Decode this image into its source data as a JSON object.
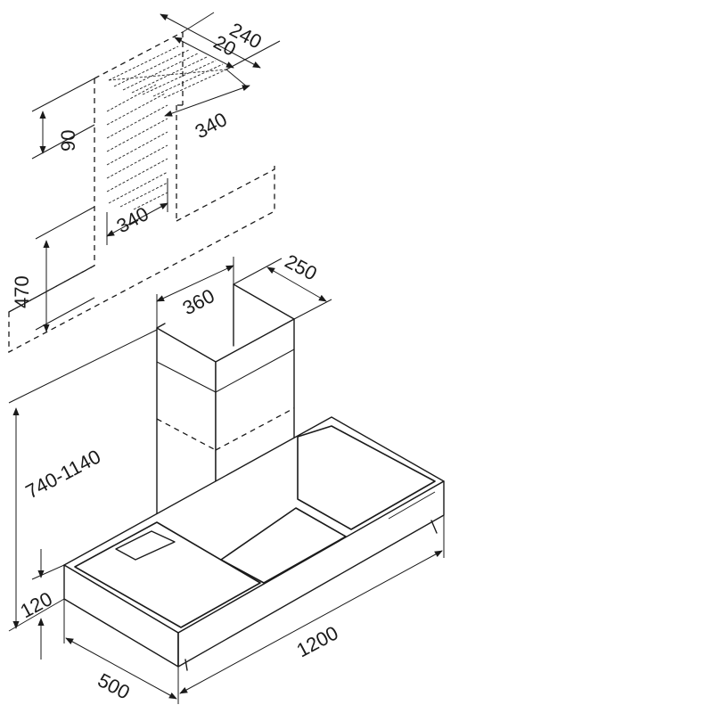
{
  "dimensions": {
    "duct_depth": "240",
    "duct_offset": "20",
    "duct_top_width": "340",
    "duct_top_height": "90",
    "duct_front_width": "340",
    "extension_height": "470",
    "chimney_width": "360",
    "chimney_depth": "250",
    "total_height": "740-1140",
    "canopy_height": "120",
    "canopy_depth": "500",
    "canopy_width": "1200"
  },
  "colors": {
    "line": "#1a1a1a",
    "background": "#ffffff"
  }
}
